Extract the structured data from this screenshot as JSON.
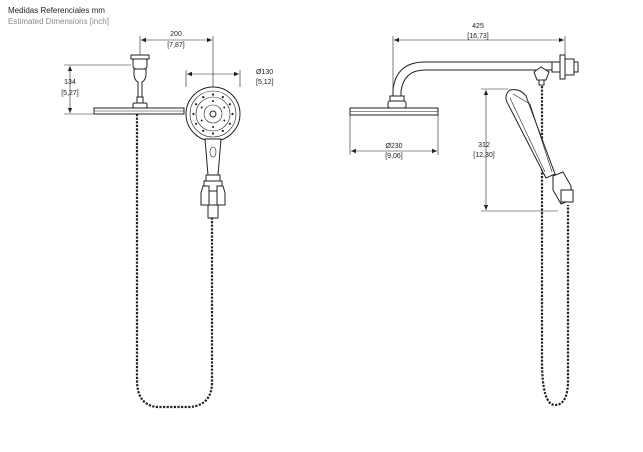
{
  "header": {
    "title": "Medidas Referenciales mm",
    "subtitle": "Estimated Dimensions [inch]"
  },
  "dimensions": {
    "front_arm_width": {
      "mm": "200",
      "inch": "[7,87]"
    },
    "front_height": {
      "mm": "134",
      "inch": "[5,27]"
    },
    "hand_shower_diameter": {
      "mm": "Ø130",
      "inch": "[5,12]"
    },
    "arm_length": {
      "mm": "425",
      "inch": "[16,73]"
    },
    "head_diameter": {
      "mm": "Ø230",
      "inch": "[9,06]"
    },
    "hand_shower_length": {
      "mm": "312",
      "inch": "[12,30]"
    }
  }
}
